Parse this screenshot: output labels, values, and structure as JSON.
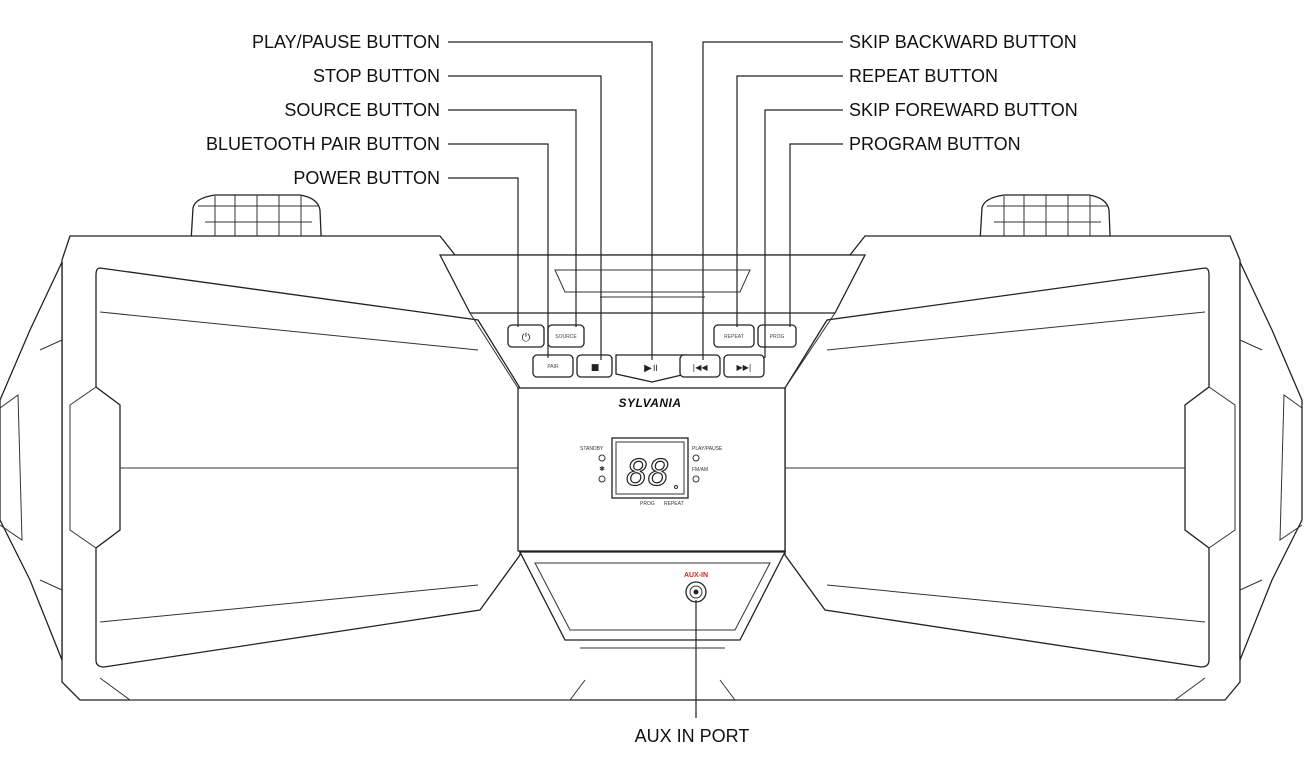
{
  "callouts": {
    "play_pause": "PLAY/PAUSE BUTTON",
    "stop": "STOP BUTTON",
    "source": "SOURCE BUTTON",
    "bt_pair": "BLUETOOTH PAIR BUTTON",
    "power": "POWER BUTTON",
    "skip_backward": "SKIP BACKWARD BUTTON",
    "repeat": "REPEAT BUTTON",
    "skip_forward": "SKIP FOREWARD BUTTON",
    "program": "PROGRAM BUTTON",
    "aux_in_port": "AUX IN PORT"
  },
  "device": {
    "brand": "SYLVANIA",
    "display_digits": "88",
    "aux_label": "AUX-IN",
    "indicators": {
      "standby": "STANDBY",
      "play_pause": "PLAY/PAUSE",
      "fm": "FM/AM",
      "prog": "PROG",
      "repeat": "REPEAT"
    },
    "buttons": {
      "source": "SOURCE",
      "pair": "PAIR",
      "repeat": "REPEAT",
      "prog": "PROG"
    },
    "icons": {
      "power": "⏻",
      "stop": "■",
      "play_pause": "▶॥",
      "skip_back": "|◀◀",
      "skip_fwd": "▶▶|",
      "bluetooth": "✱"
    }
  }
}
